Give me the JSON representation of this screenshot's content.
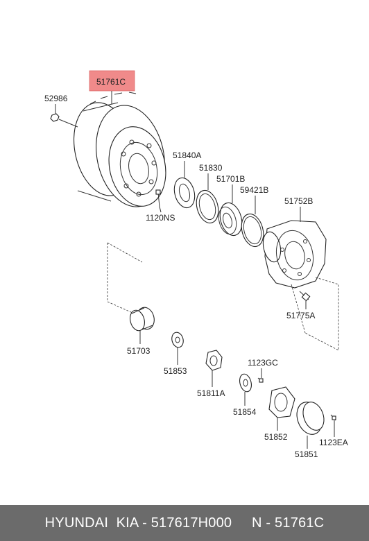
{
  "highlight": {
    "color": "#f08a8a"
  },
  "callouts": {
    "c51761C": "51761C",
    "c52986": "52986",
    "c51840A": "51840A",
    "c51830": "51830",
    "c51701B": "51701B",
    "c59421B": "59421B",
    "c51752B": "51752B",
    "c1120NS": "1120NS",
    "c51775A": "51775A",
    "c51703": "51703",
    "c51853": "51853",
    "c51811A": "51811A",
    "c1123GC": "1123GC",
    "c51854": "51854",
    "c51852": "51852",
    "c1123EA": "1123EA",
    "c51851": "51851"
  },
  "footer": {
    "text": "HYUNDAI  KIA - 517617H000     N - 51761C"
  }
}
